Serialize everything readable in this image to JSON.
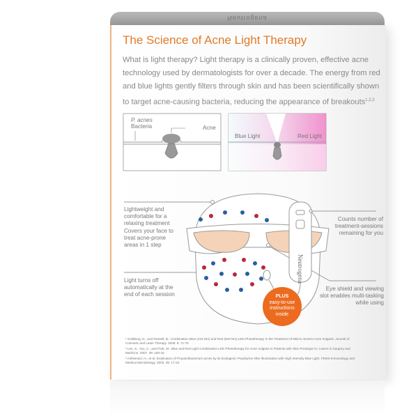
{
  "brand": "Neutrogena",
  "title": "The Science of Acne Light Therapy",
  "intro": "What is light therapy? Light therapy is a clinically proven, effective acne technology used by dermatologists for over a decade. The energy from red and blue lights gently filters through skin and has been scientifically shown to target acne-causing bacteria, reducing the appearance of breakouts",
  "intro_refs": "1,2,3",
  "diagram_left": {
    "bacteria": "P. acnes",
    "bacteria2": "Bacteria",
    "acne": "Acne"
  },
  "diagram_right": {
    "blue": "Blue Light",
    "red": "Red Light"
  },
  "features": {
    "lightweight": "Lightweight and comfortable for a relaxing treatment",
    "covers": "Covers your face to treat acne-prone areas in 1 step",
    "auto_off": "Light turns off automatically at the end of each session",
    "counter": "Counts number of treatment-sessions remaining for you",
    "eye_shield": "Eye shield and viewing slot enables multi-tasking while using"
  },
  "plus": {
    "head": "PLUS",
    "body": "easy-to-use instructions inside"
  },
  "footnotes": [
    "¹ Goldberg, D., and Russell, B.: Combination Blue (415 Nm) and Red (633 Nm) LED Phototherapy in the Treatment of Mild to Severe Acne Vulgaris. Journal of Cosmetic and Laser Therapy. 2006. 8: 71-75",
    "² Lee, S., You, C., and Park, M.: Blue and Red Light Combination LED Phototherapy for Acne Vulgaris in Patients with Skin Prototype IV. Lasers in Surgery and Medicine. 2007. 39: 180-18",
    "³ Ashkenazi, H., et al. Eradication of Propionibacterium acnes by its Endogenic Porphyrins After Illumination with High Intensity Blue Light. FEMS Immunology and Medical Microbiology. 2003. 35: 17-24"
  ],
  "colors": {
    "accent": "#e07a28",
    "plus": "#ec6b1f",
    "blue_dot": "#2a5f9e",
    "red_dot": "#b8283c"
  }
}
